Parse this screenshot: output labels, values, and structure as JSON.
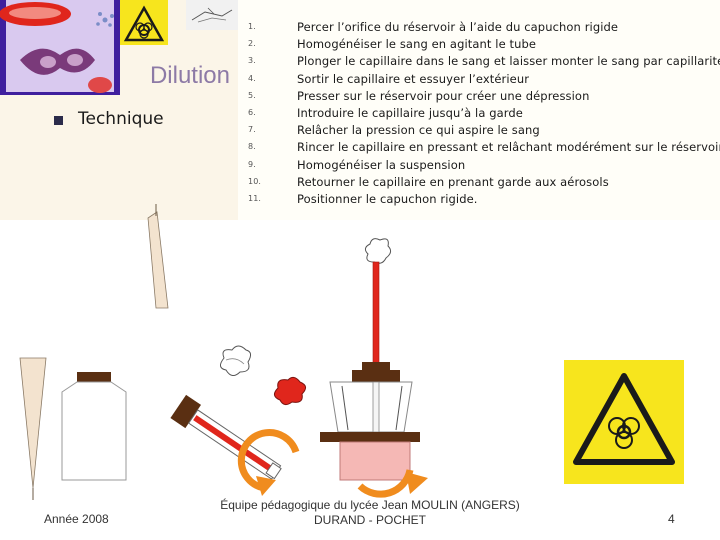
{
  "slide": {
    "title": "Dilution",
    "bullet": "Technique",
    "steps": [
      {
        "num": "1.",
        "text": "Percer l’orifice du réservoir à l’aide du capuchon rigide"
      },
      {
        "num": "2.",
        "text": "Homogénéiser le sang en agitant le tube"
      },
      {
        "num": "3.",
        "text": "Plonger le capillaire dans le sang et laisser monter le sang par capillarité"
      },
      {
        "num": "4.",
        "text": "Sortir le capillaire et essuyer l’extérieur"
      },
      {
        "num": "5.",
        "text": "Presser sur le réservoir pour créer une dépression"
      },
      {
        "num": "6.",
        "text": "Introduire le capillaire jusqu’à la garde"
      },
      {
        "num": "7.",
        "text": "Relâcher la pression ce qui aspire le sang"
      },
      {
        "num": "8.",
        "text": "Rincer le capillaire en pressant et relâchant modérément sur le réservoir"
      },
      {
        "num": "9.",
        "text": "Homogénéiser la suspension"
      },
      {
        "num": "10.",
        "text": "Retourner le capillaire en prenant garde aux aérosols"
      },
      {
        "num": "11.",
        "text": "Positionner le capuchon rigide."
      }
    ],
    "footer": {
      "year": "Année 2008",
      "team_line1": "Équipe pédagogique du lycée Jean MOULIN (ANGERS)",
      "team_line2": "DURAND - POCHET",
      "page": "4"
    },
    "colors": {
      "title": "#8d7aa6",
      "blood": "#e0261c",
      "warning_yellow": "#f7e51d",
      "arrow_orange": "#f08c1e",
      "reservoir_pink": "#f5b8b5",
      "cap_brown": "#5a2f12"
    }
  }
}
